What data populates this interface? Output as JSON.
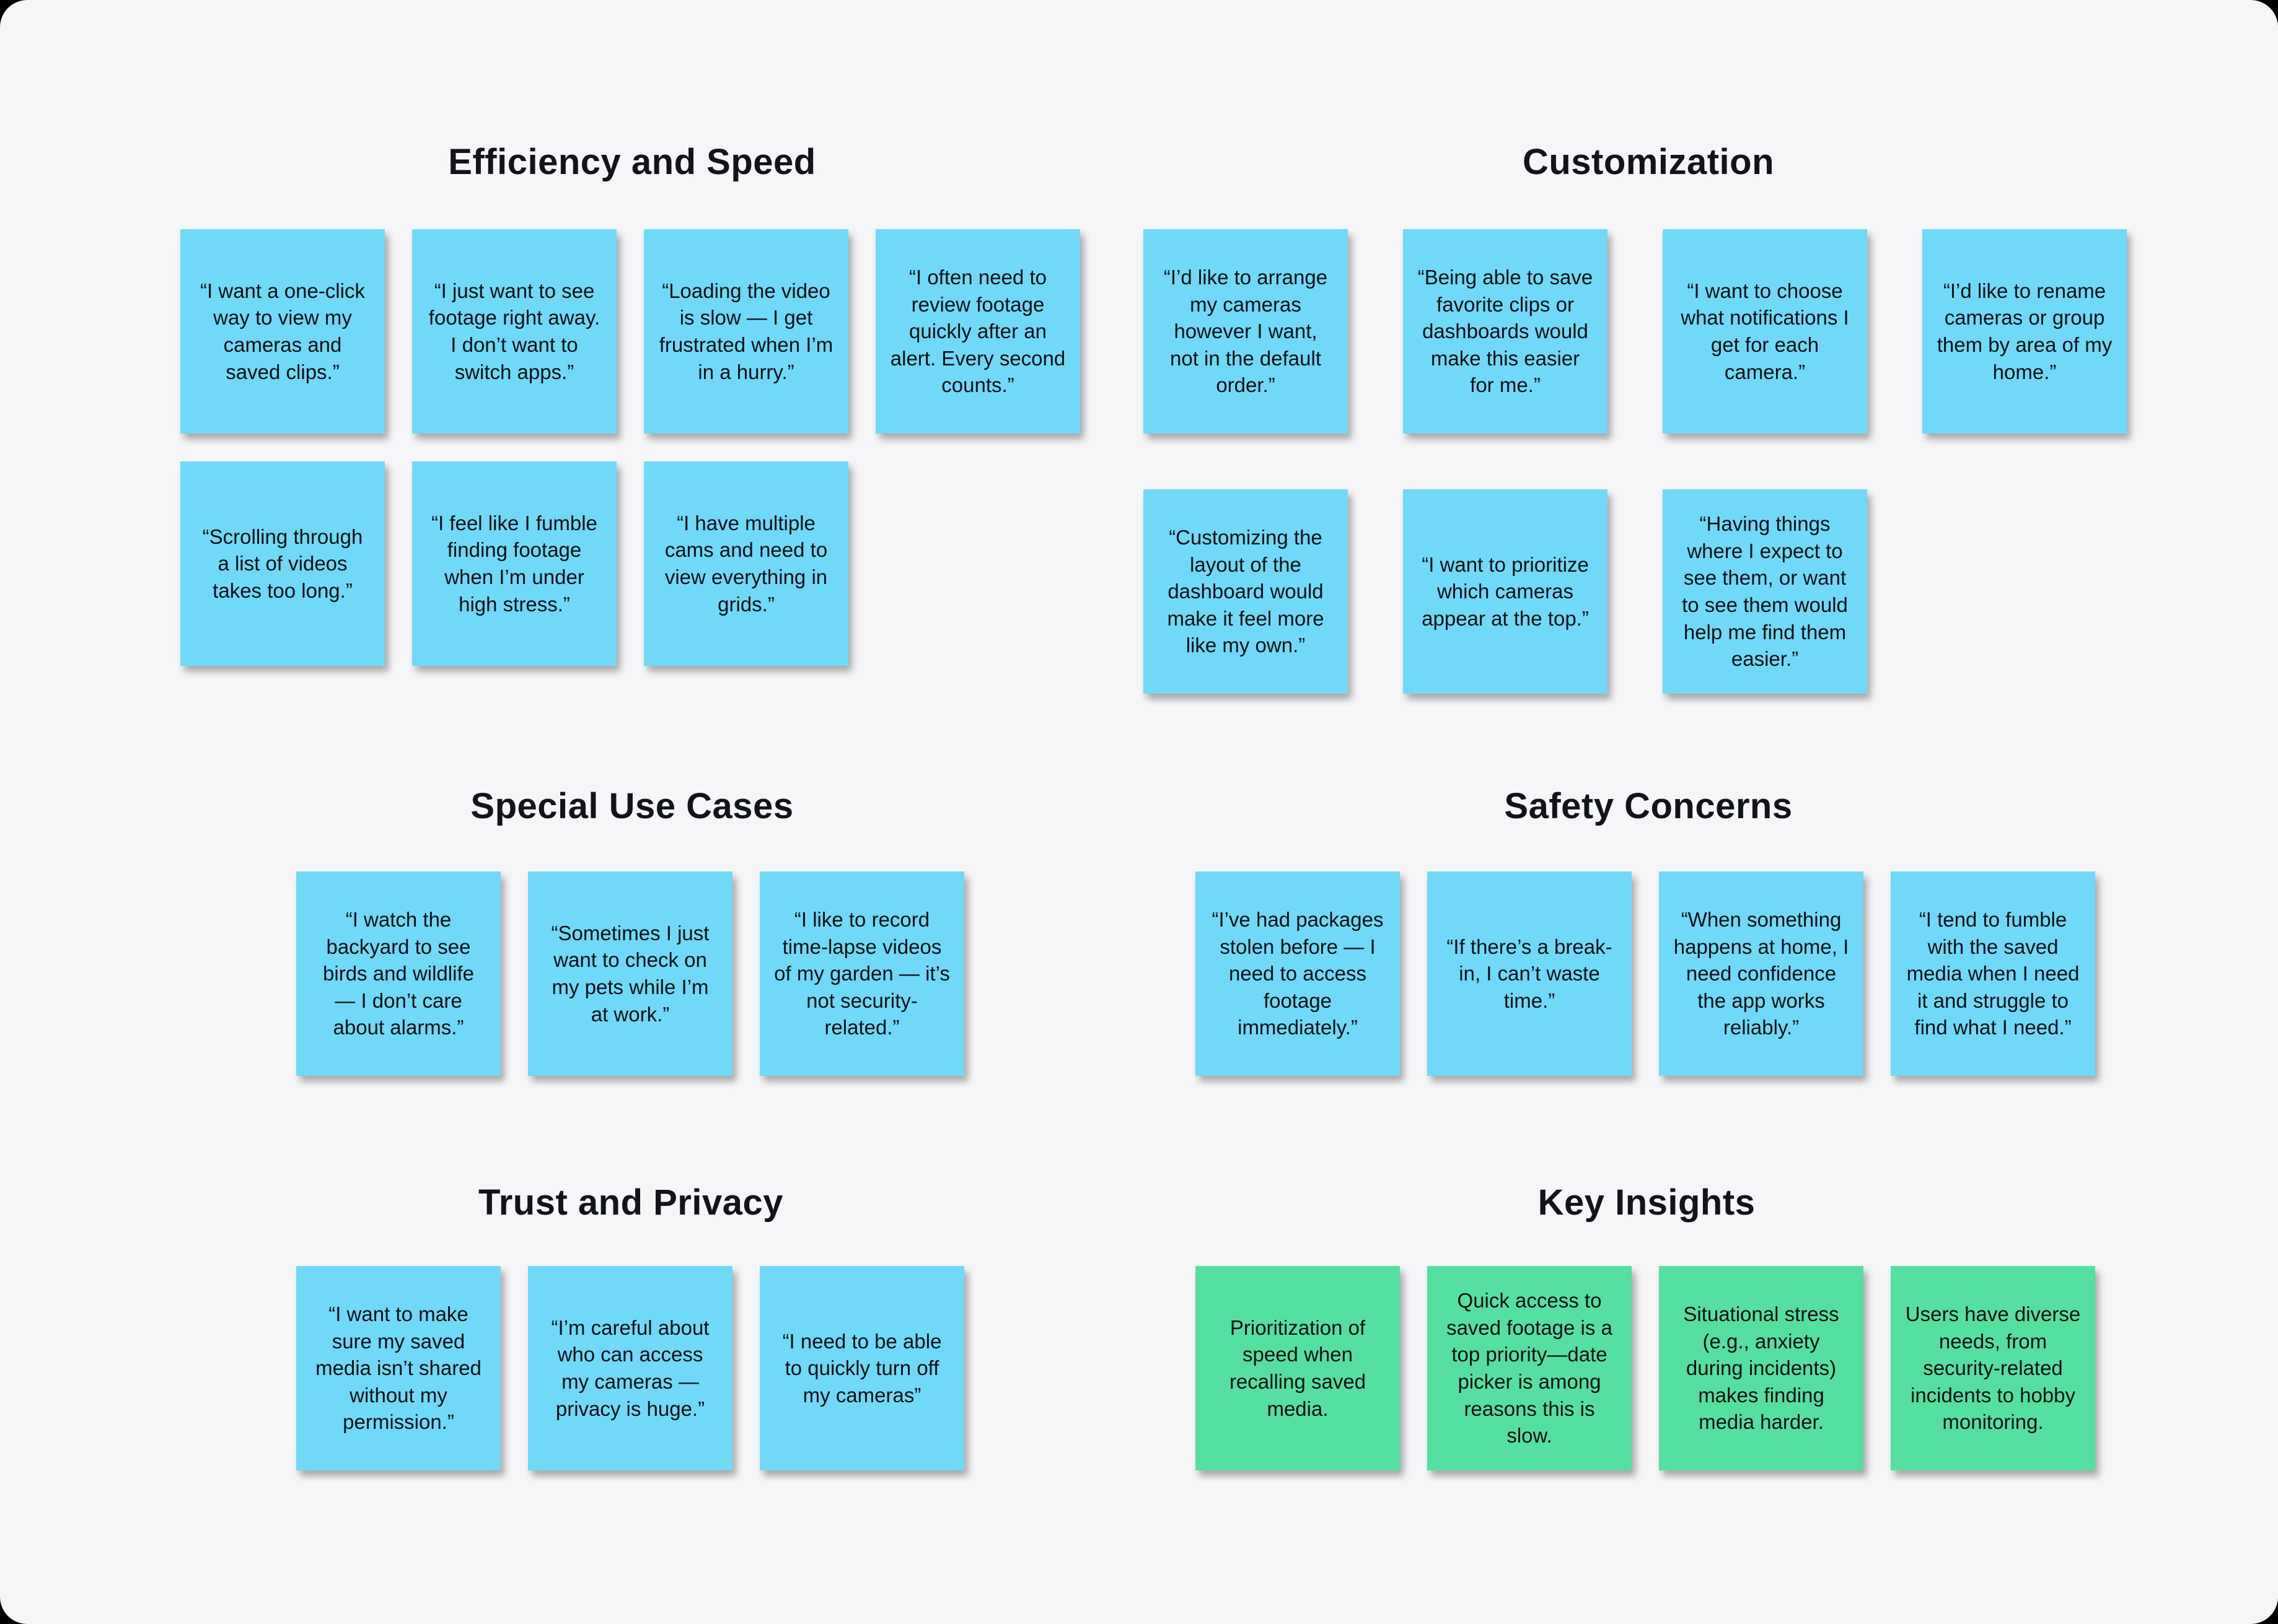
{
  "board": {
    "background_color": "#f6f6f8",
    "note_blue_color": "#6fd9f7",
    "note_green_color": "#55dfa0"
  },
  "sections": [
    {
      "title": "Efficiency and Speed",
      "note_color": "#6fd9f7",
      "rows": [
        [
          "“I want a one-click way to view my cameras and saved clips.”",
          "“I just want to see footage right away. I don’t want to switch apps.”",
          "“Loading the video is slow — I get frustrated when I’m in a hurry.”",
          "“I often need to review footage quickly after an alert. Every second counts.”"
        ],
        [
          "“Scrolling through a list of videos takes too long.”",
          "“I feel like I fumble finding footage when I’m under high stress.”",
          "“I have multiple cams and need to view everything in grids.”"
        ]
      ]
    },
    {
      "title": "Customization",
      "note_color": "#6fd9f7",
      "rows": [
        [
          "“I’d like to arrange my cameras however I want, not in the default order.”",
          "“Being able to save favorite clips or dashboards would make this easier for me.”",
          "“I want to choose what notifications I get for each camera.”",
          "“I’d like to rename cameras or group them by area of my home.”"
        ],
        [
          "“Customizing the layout of the dashboard would make it feel more like my own.”",
          "“I want to prioritize which cameras appear at the top.”",
          "“Having things where I expect to see them, or want to see them would help me find them easier.”"
        ]
      ]
    },
    {
      "title": "Special Use Cases",
      "note_color": "#6fd9f7",
      "rows": [
        [
          "“I watch the backyard to see birds and wildlife — I don’t care about alarms.”",
          "“Sometimes I just want to check on my pets while I’m at work.”",
          "“I like to record time-lapse videos of my garden — it’s not security-related.”"
        ]
      ]
    },
    {
      "title": "Safety Concerns",
      "note_color": "#6fd9f7",
      "rows": [
        [
          "“I’ve had packages stolen before — I need to access footage immediately.”",
          "“If there’s a break-in, I can’t waste time.”",
          "“When something happens at home, I need confidence the app works reliably.”",
          "“I tend to fumble with the saved media when I need it and struggle to find what I need.”"
        ]
      ]
    },
    {
      "title": "Trust and Privacy",
      "note_color": "#6fd9f7",
      "rows": [
        [
          "“I want to make sure my saved media isn’t shared without my permission.”",
          "“I’m careful about who can access my cameras — privacy is huge.”",
          "“I need to be able to quickly turn off my cameras”"
        ]
      ]
    },
    {
      "title": "Key Insights",
      "note_color": "#55dfa0",
      "rows": [
        [
          "Prioritization of speed when recalling saved media.",
          "Quick access to saved footage is a top priority—date picker is among reasons this is slow.",
          "Situational stress (e.g., anxiety during incidents) makes finding media harder.",
          "Users have diverse needs, from security-related incidents to hobby monitoring."
        ]
      ]
    }
  ]
}
